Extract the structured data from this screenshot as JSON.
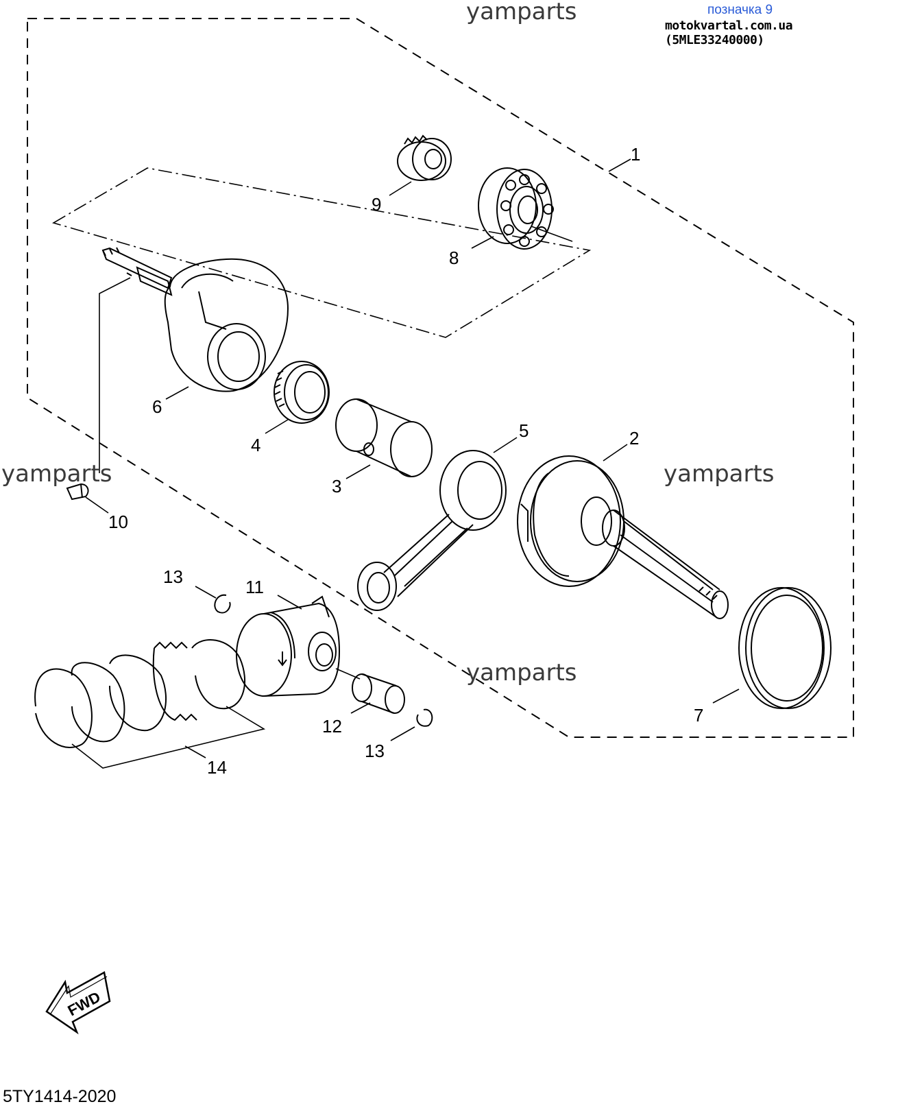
{
  "header": {
    "designation": "позначка 9",
    "source": "motokvartal.com.ua (5MLE33240000)"
  },
  "watermarks": [
    "yamparts",
    "yamparts",
    "yamparts",
    "yamparts"
  ],
  "callouts": [
    "1",
    "2",
    "3",
    "4",
    "5",
    "6",
    "7",
    "8",
    "9",
    "10",
    "11",
    "12",
    "13",
    "13",
    "14"
  ],
  "fwd_label": "FWD",
  "diagram_ref": "5TY1414-2020"
}
